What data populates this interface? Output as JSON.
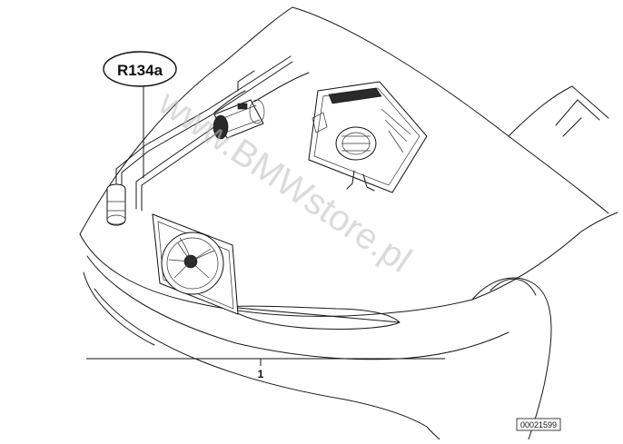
{
  "diagram": {
    "refrigerant_label": "R134a",
    "callouts": [
      {
        "label": "1"
      }
    ],
    "watermark": "www.BMWstore.pl",
    "doc_code": "00021599"
  }
}
